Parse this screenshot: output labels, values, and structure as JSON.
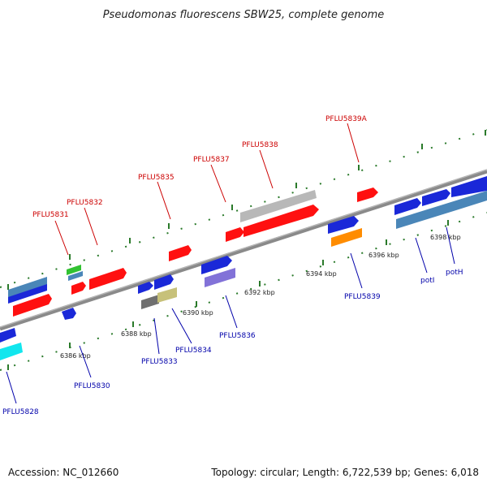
{
  "title": "Pseudomonas fluorescens SBW25, complete genome",
  "footer": {
    "accession": "Accession: NC_012660",
    "summary": "Topology: circular; Length: 6,722,539 bp; Genes: 6,018"
  },
  "colors": {
    "forward_label": "#cc0000",
    "reverse_label": "#0000aa",
    "tick": "#1f6f1f",
    "backbone": "#8a8a8a"
  },
  "ticks": [
    "6386 kbp",
    "6388 kbp",
    "6390 kbp",
    "6392 kbp",
    "6394 kbp",
    "6396 kbp",
    "6398 kbp"
  ],
  "forward_labels": [
    "PFLU5831",
    "PFLU5832",
    "PFLU5835",
    "PFLU5837",
    "PFLU5838",
    "PFLU5839A"
  ],
  "reverse_labels": [
    "PFLU5828",
    "PFLU5830",
    "PFLU5833",
    "PFLU5834",
    "PFLU5836",
    "PFLU5839",
    "potI",
    "potH"
  ]
}
